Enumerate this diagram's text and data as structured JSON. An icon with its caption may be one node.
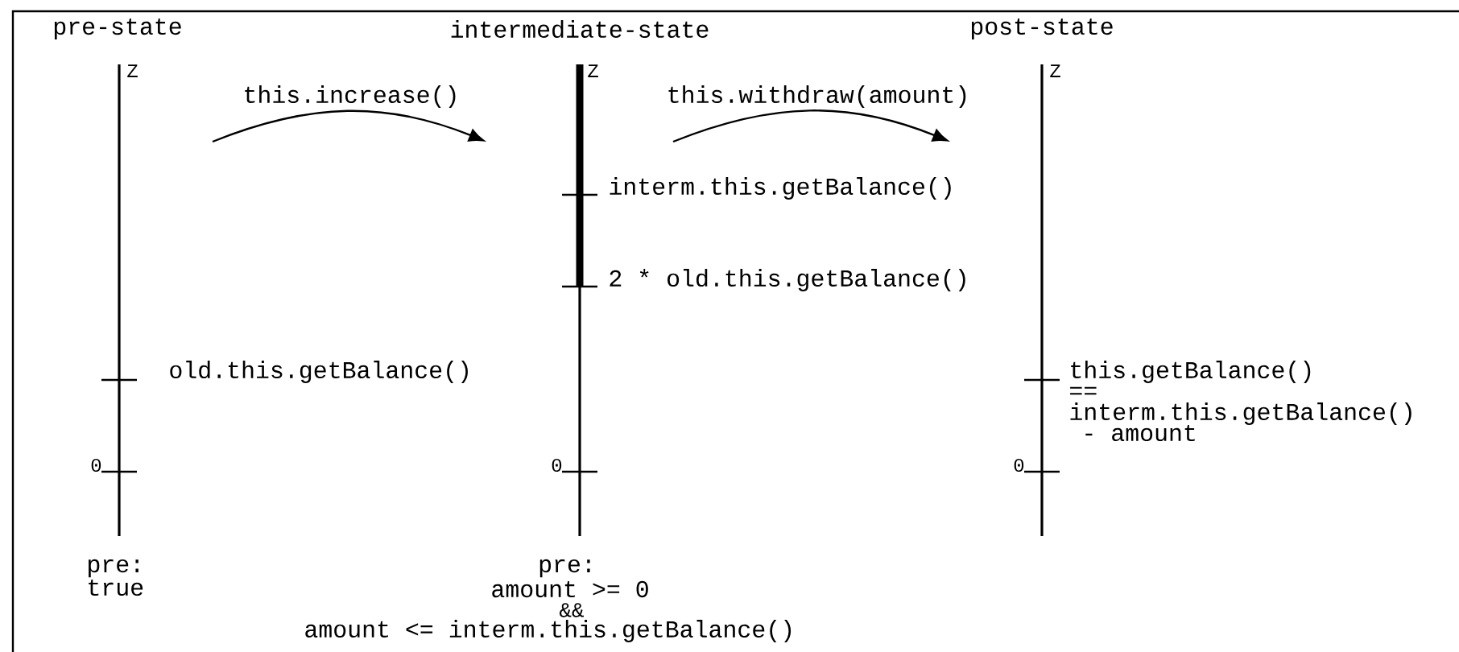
{
  "diagram": {
    "nodes": [
      {
        "text": [
          "pre-state"
        ]
      },
      {
        "text": [
          "intermediate-state"
        ]
      },
      {
        "text": [
          "post-state"
        ]
      }
    ],
    "edges": [
      {
        "from": 0,
        "to": 1,
        "arrow": "to",
        "label": "this.increase()"
      },
      {
        "from": 1,
        "to": 2,
        "arrow": "to",
        "label": "this.withdraw(amount)"
      }
    ],
    "labels": [
      "Z",
      "Z",
      "Z",
      "interm.this.getBalance()",
      "2 * old.this.getBalance()",
      "old.this.getBalance()",
      "this.getBalance()",
      "==",
      "interm.this.getBalance()",
      "- amount",
      "0",
      "0",
      "0",
      "pre:",
      "true",
      "pre:",
      "amount >= 0",
      "&&",
      "amount <= interm.this.getBalance()"
    ]
  }
}
